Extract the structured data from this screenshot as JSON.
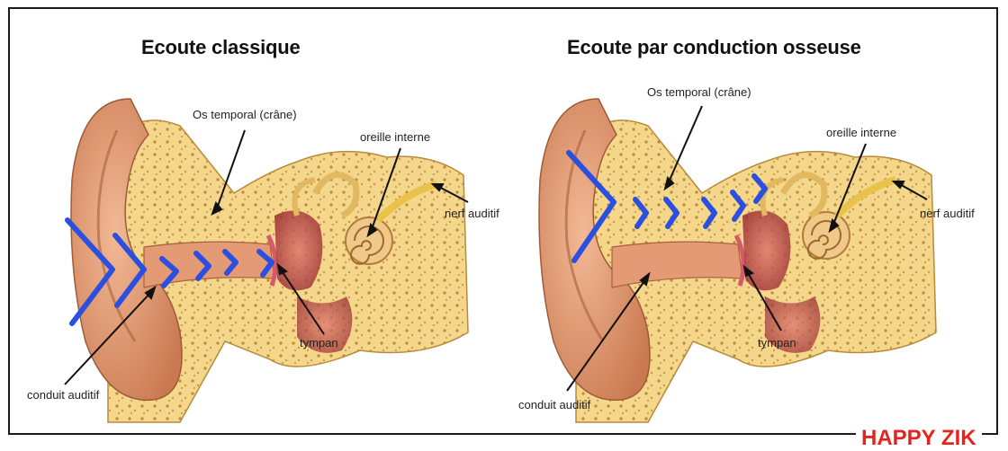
{
  "panels": [
    {
      "title": "Ecoute classique",
      "labels": {
        "os_temporal": "Os temporal (crâne)",
        "oreille_interne": "oreille interne",
        "nerf_auditif": "nerf auditif",
        "tympan": "tympan",
        "conduit_auditif": "conduit auditif"
      }
    },
    {
      "title": "Ecoute par conduction osseuse",
      "labels": {
        "os_temporal": "Os temporal (crâne)",
        "oreille_interne": "oreille interne",
        "nerf_auditif": "nerf auditif",
        "tympan": "tympan",
        "conduit_auditif": "conduit auditif"
      }
    }
  ],
  "brand": "HAPPY ZIK",
  "colors": {
    "wave": "#2b4fe0",
    "skin": "#e8a27e",
    "bone": "#f4d78a",
    "inner": "#c84a4f",
    "brand": "#e8231f"
  }
}
